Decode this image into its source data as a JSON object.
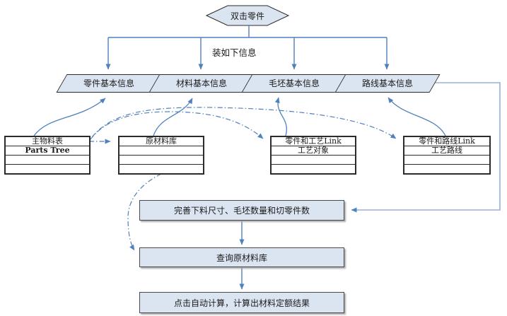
{
  "diagram": {
    "start": {
      "label": "双击零件"
    },
    "branch_label": "装如下信息",
    "parallelograms": [
      {
        "label": "零件基本信息"
      },
      {
        "label": "材料基本信息"
      },
      {
        "label": "毛坯基本信息"
      },
      {
        "label": "路线基本信息"
      }
    ],
    "tables": [
      {
        "rows": [
          "主物料表",
          "Parts Tree",
          "",
          ""
        ]
      },
      {
        "rows": [
          "原材料库",
          "",
          "",
          ""
        ]
      },
      {
        "rows": [
          "零件和工艺Link",
          "工艺对象",
          "",
          ""
        ]
      },
      {
        "rows": [
          "零件和路线Link",
          "工艺路线",
          "",
          ""
        ]
      }
    ],
    "process_boxes": [
      {
        "label": "完善下料尺寸、毛坯数量和切零件数"
      },
      {
        "label": "查询原材料库"
      },
      {
        "label": "点击自动计算，计算出材料定额结果"
      }
    ],
    "colors": {
      "shape_fill": "#dbe5f1",
      "arrow_blue": "#4f81bd",
      "connector_light_blue": "#95b3d7",
      "border_dark": "#2b2b2b"
    }
  }
}
